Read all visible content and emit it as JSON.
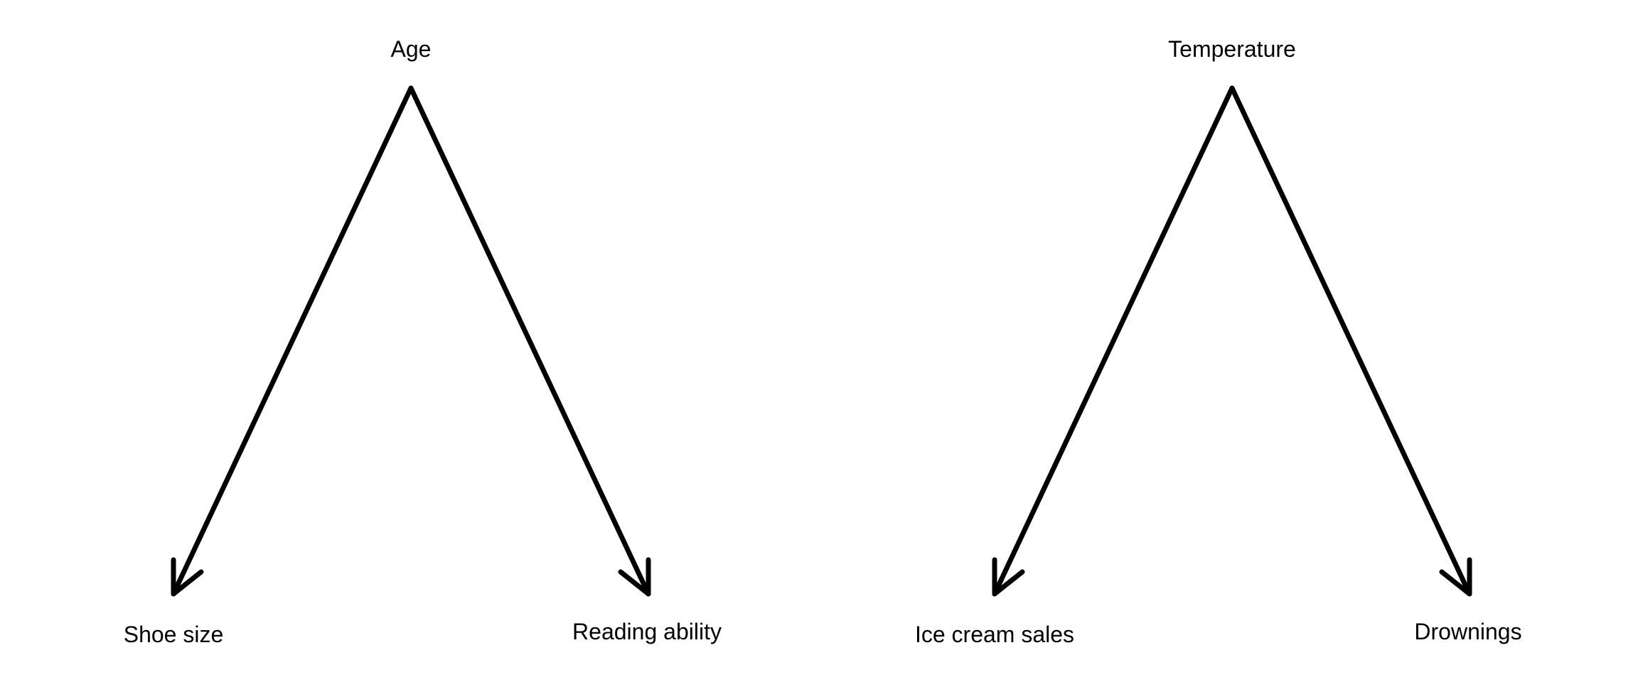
{
  "diagrams": [
    {
      "nodes": {
        "cause": "Age",
        "effect_left": "Shoe size",
        "effect_right": "Reading ability"
      }
    },
    {
      "nodes": {
        "cause": "Temperature",
        "effect_left": "Ice cream sales",
        "effect_right": "Drownings"
      }
    }
  ],
  "colors": {
    "ink": "#000000",
    "background": "#ffffff"
  }
}
